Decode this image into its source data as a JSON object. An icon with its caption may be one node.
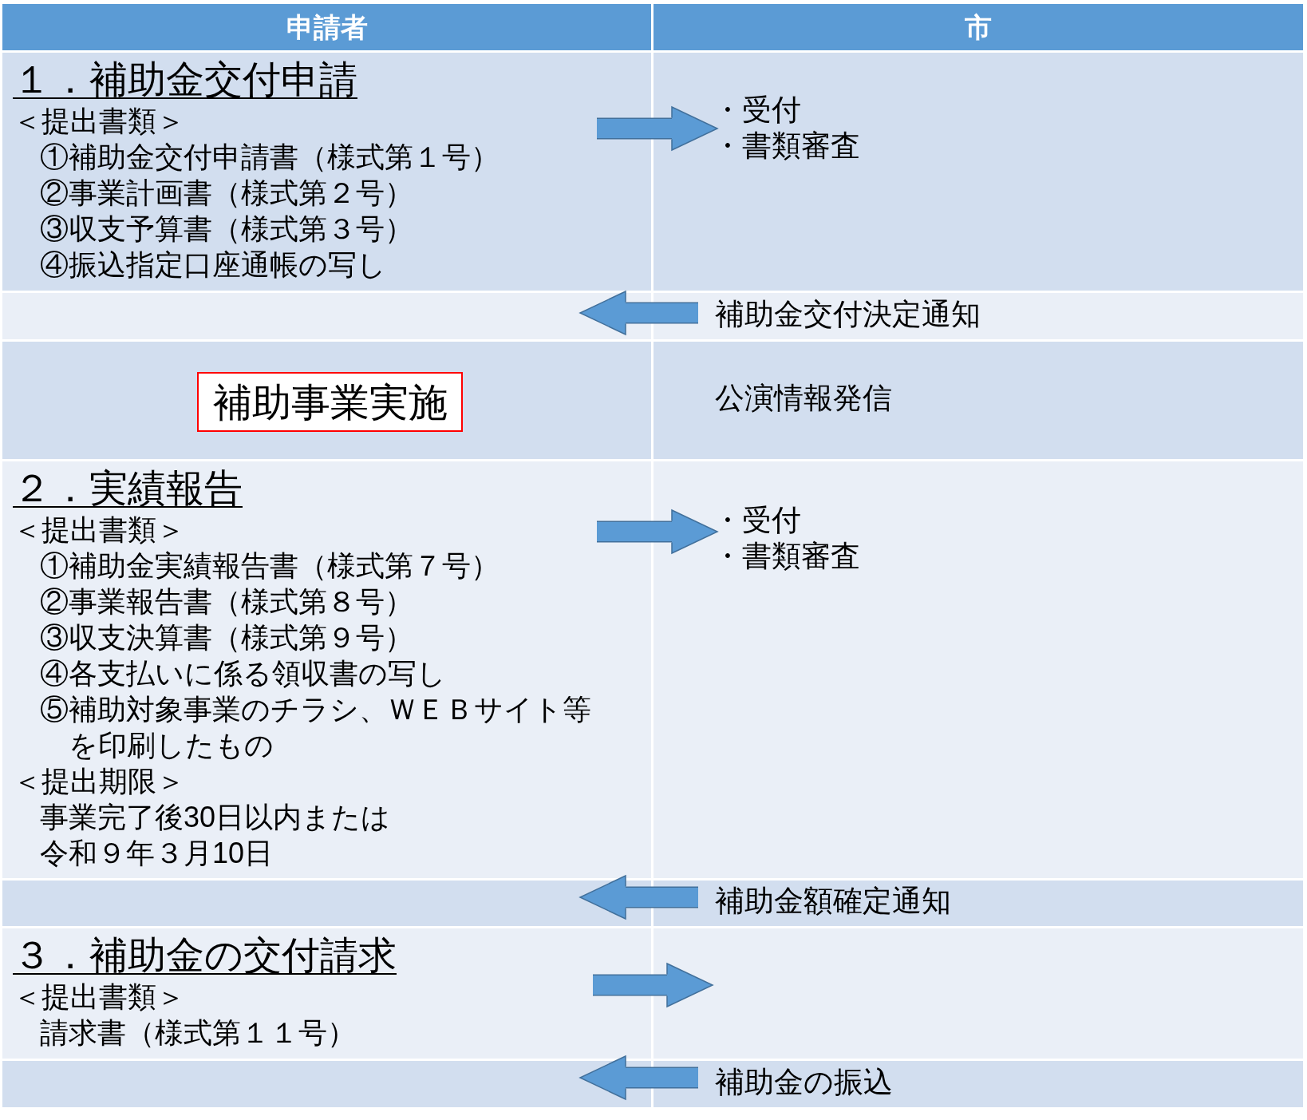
{
  "diagram": {
    "nodes": [
      {
        "text": [
          "申請者"
        ]
      },
      {
        "text": [
          "市"
        ]
      },
      {
        "text": [
          "１．補助金交付申請",
          "＜提出書類＞",
          "①補助金交付申請書（様式第１号）",
          "②事業計画書（様式第２号）",
          "③収支予算書（様式第３号）",
          "④振込指定口座通帳の写し"
        ]
      },
      {
        "text": [
          "・受付",
          "・書類審査"
        ]
      },
      {
        "text": [],
        "shape": "box"
      },
      {
        "text": [
          "補助金交付決定通知"
        ]
      },
      {
        "text": [],
        "shape": "box"
      },
      {
        "text": [
          "補助事業実施"
        ],
        "in": 6
      },
      {
        "text": [
          "公演情報発信"
        ]
      },
      {
        "text": [
          "２．実績報告",
          "＜提出書類＞",
          "①補助金実績報告書（様式第７号）",
          "②事業報告書（様式第８号）",
          "③収支決算書（様式第９号）",
          "④各支払いに係る領収書の写し",
          "⑤補助対象事業のチラシ、ＷＥＢサイト等を印刷したもの",
          "＜提出期限＞",
          "事業完了後30日以内または令和９年３月10日"
        ]
      },
      {
        "text": [
          "・受付",
          "・書類審査"
        ]
      },
      {
        "text": [],
        "shape": "box"
      },
      {
        "text": [
          "補助金額確定通知"
        ]
      },
      {
        "text": [
          "３．補助金の交付請求",
          "＜提出書類＞",
          "請求書（様式第１１号）"
        ]
      },
      {
        "text": [],
        "shape": "box"
      },
      {
        "text": [],
        "shape": "box"
      },
      {
        "text": [
          "補助金の振込"
        ]
      }
    ],
    "edges": [
      {
        "from": 2,
        "to": 3,
        "arrow": "to"
      },
      {
        "from": 5,
        "to": 4,
        "arrow": "to"
      },
      {
        "from": 9,
        "to": 10,
        "arrow": "to"
      },
      {
        "from": 12,
        "to": 11,
        "arrow": "to"
      },
      {
        "from": 13,
        "to": 14,
        "arrow": "to"
      },
      {
        "from": 16,
        "to": 15,
        "arrow": "to"
      }
    ]
  }
}
